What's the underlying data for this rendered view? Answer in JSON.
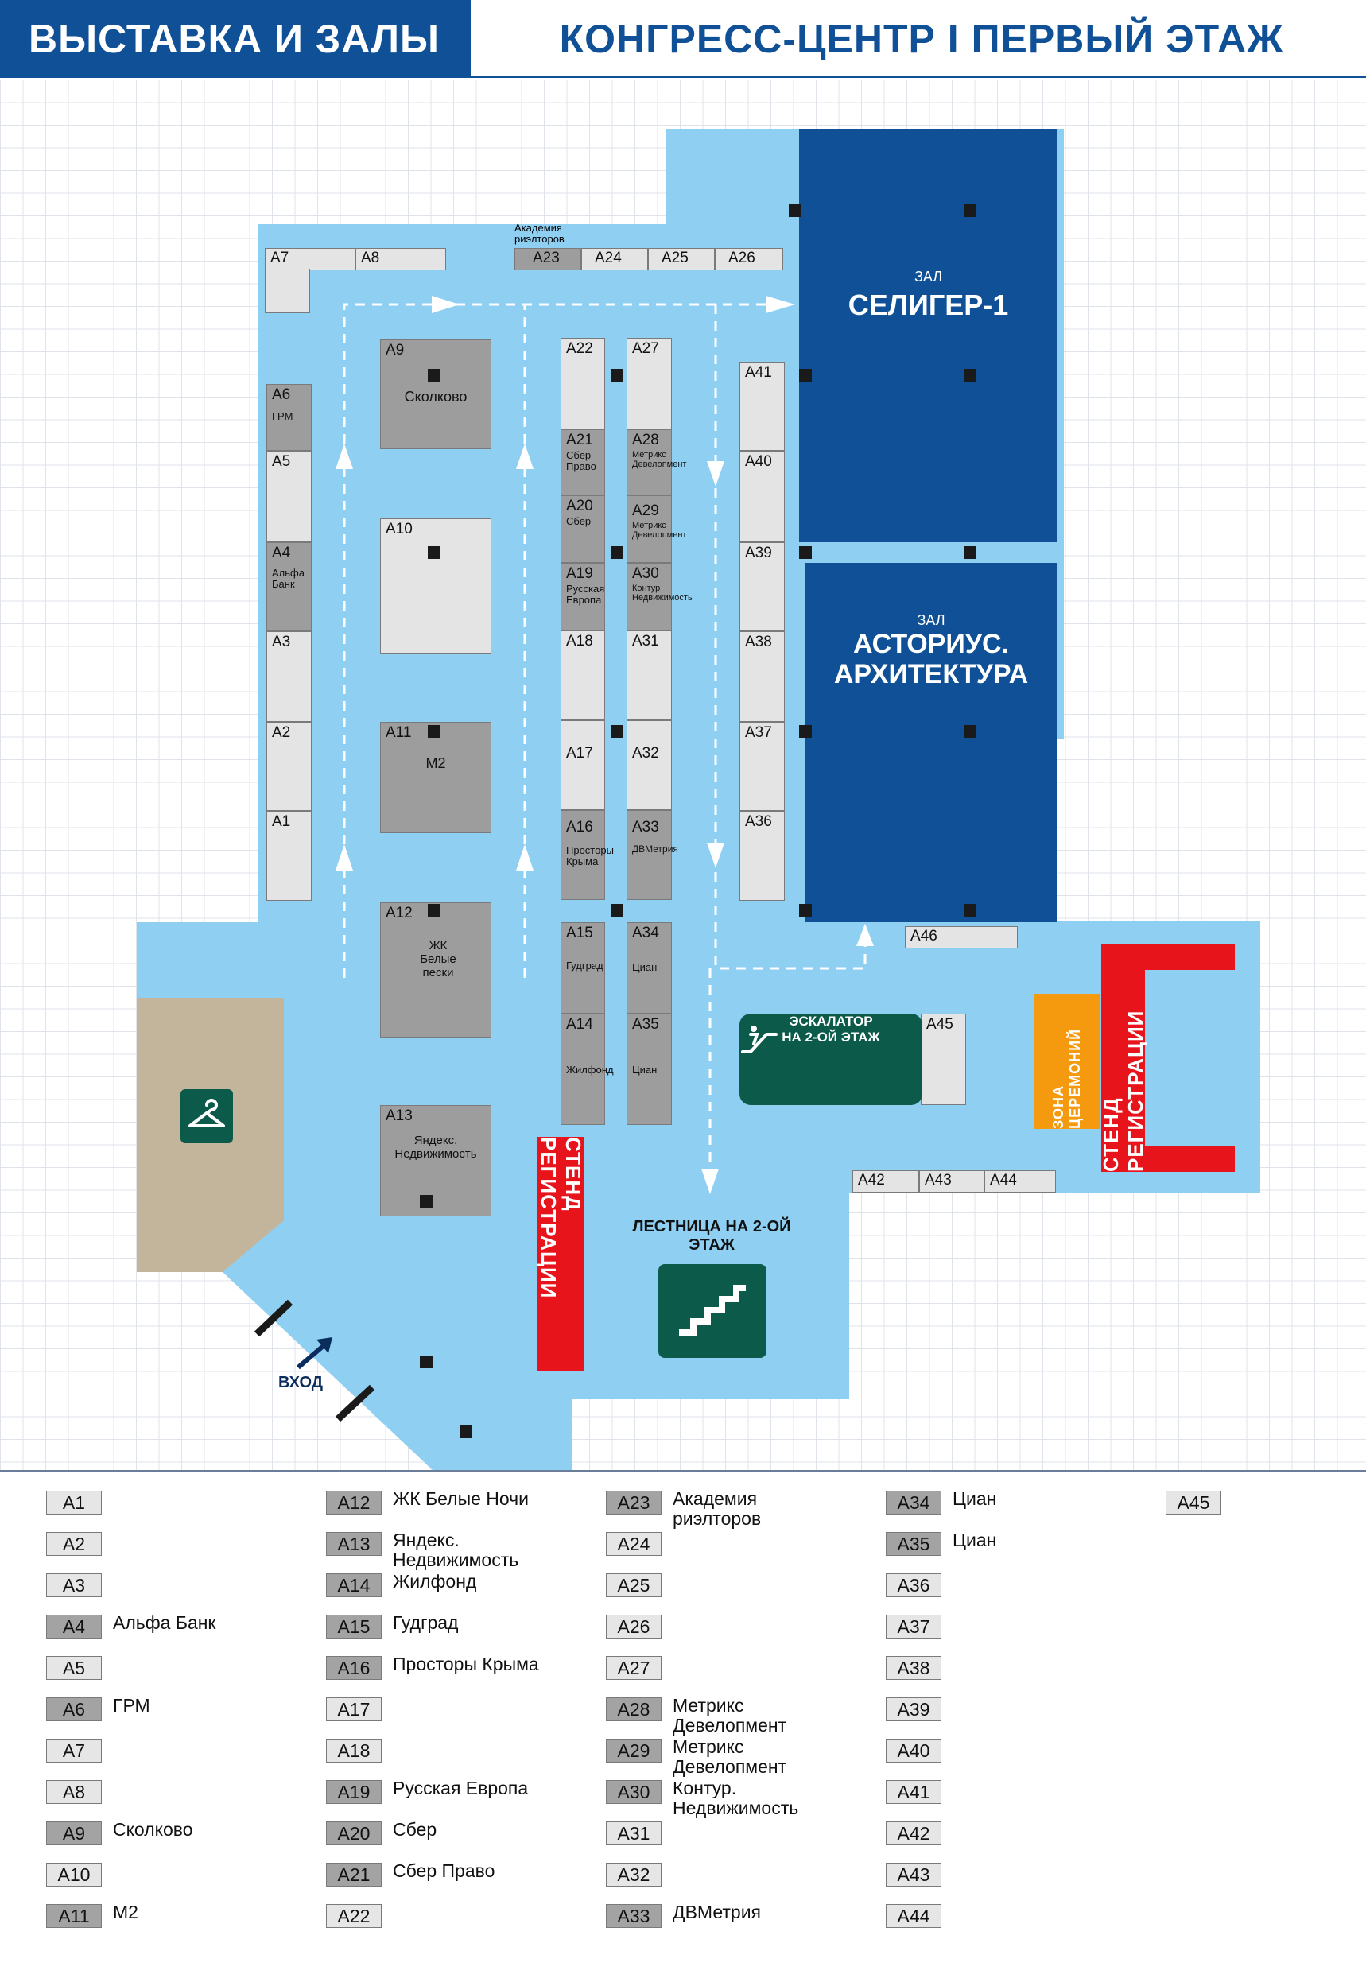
{
  "header": {
    "section": "ВЫСТАВКА И ЗАЛЫ",
    "title": "КОНГРЕСС-ЦЕНТР I ПЕРВЫЙ ЭТАЖ"
  },
  "colors": {
    "brand_blue": "#0f5096",
    "floor_blue": "#8ecff2",
    "booth_light": "#e4e4e4",
    "booth_dark": "#9d9d9d",
    "registration_red": "#e8141c",
    "ceremony_orange": "#f59a0f",
    "green_sign": "#0b5a4a",
    "wardrobe_tan": "#c2b59c"
  },
  "map": {
    "halls": {
      "seliger": {
        "label_small": "ЗАЛ",
        "label": "СЕЛИГЕР-1"
      },
      "astorius": {
        "label_small": "ЗАЛ",
        "label_line1": "АСТОРИУС.",
        "label_line2": "АРХИТЕКТУРА"
      }
    },
    "registration_left": "СТЕНД РЕГИСТРАЦИИ",
    "registration_right": "СТЕНД РЕГИСТРАЦИИ",
    "ceremony_zone": "ЗОНА ЦЕРЕМОНИЙ",
    "escalator": {
      "line1": "ЭСКАЛАТОР",
      "line2": "НА 2-ОЙ ЭТАЖ",
      "icon": "escalator-icon"
    },
    "stairs": {
      "label": "ЛЕСТНИЦА НА 2-ОЙ ЭТАЖ",
      "icon": "stairs-icon"
    },
    "entrance": "ВХОД",
    "wardrobe_icon": "hanger-icon",
    "booths": {
      "A1": {
        "code": "A1",
        "company": ""
      },
      "A2": {
        "code": "A2",
        "company": ""
      },
      "A3": {
        "code": "A3",
        "company": ""
      },
      "A4": {
        "code": "A4",
        "company": "Альфа Банк"
      },
      "A5": {
        "code": "A5",
        "company": ""
      },
      "A6": {
        "code": "A6",
        "company": "ГРМ"
      },
      "A7": {
        "code": "A7",
        "company": ""
      },
      "A8": {
        "code": "A8",
        "company": ""
      },
      "A9": {
        "code": "A9",
        "company": "Сколково"
      },
      "A10": {
        "code": "A10",
        "company": ""
      },
      "A11": {
        "code": "A11",
        "company": "М2"
      },
      "A12": {
        "code": "A12",
        "company": "ЖК Белые пески"
      },
      "A13": {
        "code": "A13",
        "company": "Яндекс. Недвижимость"
      },
      "A14": {
        "code": "A14",
        "company": "Жилфонд"
      },
      "A15": {
        "code": "A15",
        "company": "Гудград"
      },
      "A16": {
        "code": "A16",
        "company": "Просторы Крыма"
      },
      "A17": {
        "code": "A17",
        "company": ""
      },
      "A18": {
        "code": "A18",
        "company": ""
      },
      "A19": {
        "code": "A19",
        "company": "Русская Европа"
      },
      "A20": {
        "code": "A20",
        "company": "Сбер"
      },
      "A21": {
        "code": "A21",
        "company": "Сбер Право"
      },
      "A22": {
        "code": "A22",
        "company": ""
      },
      "A23": {
        "code": "A23",
        "company": "Академия риэлторов"
      },
      "A24": {
        "code": "A24",
        "company": ""
      },
      "A25": {
        "code": "A25",
        "company": ""
      },
      "A26": {
        "code": "A26",
        "company": ""
      },
      "A27": {
        "code": "A27",
        "company": ""
      },
      "A28": {
        "code": "A28",
        "company": "Метрикс Девелопмент"
      },
      "A29": {
        "code": "A29",
        "company": "Метрикс Девелопмент"
      },
      "A30": {
        "code": "A30",
        "company": "Контур Недвижимость"
      },
      "A31": {
        "code": "A31",
        "company": ""
      },
      "A32": {
        "code": "A32",
        "company": ""
      },
      "A33": {
        "code": "A33",
        "company": "ДВМетрия"
      },
      "A34": {
        "code": "A34",
        "company": "Циан"
      },
      "A35": {
        "code": "A35",
        "company": "Циан"
      },
      "A36": {
        "code": "A36",
        "company": ""
      },
      "A37": {
        "code": "A37",
        "company": ""
      },
      "A38": {
        "code": "A38",
        "company": ""
      },
      "A39": {
        "code": "A39",
        "company": ""
      },
      "A40": {
        "code": "A40",
        "company": ""
      },
      "A41": {
        "code": "A41",
        "company": ""
      },
      "A42": {
        "code": "A42",
        "company": ""
      },
      "A43": {
        "code": "A43",
        "company": ""
      },
      "A44": {
        "code": "A44",
        "company": ""
      },
      "A45": {
        "code": "A45",
        "company": ""
      },
      "A46": {
        "code": "A46",
        "company": ""
      }
    }
  },
  "legend": [
    {
      "code": "A1",
      "name": "",
      "dark": false
    },
    {
      "code": "A2",
      "name": "",
      "dark": false
    },
    {
      "code": "A3",
      "name": "",
      "dark": false
    },
    {
      "code": "A4",
      "name": "Альфа Банк",
      "dark": true
    },
    {
      "code": "A5",
      "name": "",
      "dark": false
    },
    {
      "code": "A6",
      "name": "ГРМ",
      "dark": true
    },
    {
      "code": "A7",
      "name": "",
      "dark": false
    },
    {
      "code": "A8",
      "name": "",
      "dark": false
    },
    {
      "code": "A9",
      "name": "Сколково",
      "dark": true
    },
    {
      "code": "A10",
      "name": "",
      "dark": false
    },
    {
      "code": "A11",
      "name": "М2",
      "dark": true
    },
    {
      "code": "A12",
      "name": "ЖК Белые Ночи",
      "dark": true
    },
    {
      "code": "A13",
      "name": "Яндекс.\nНедвижимость",
      "dark": true
    },
    {
      "code": "A14",
      "name": "Жилфонд",
      "dark": true
    },
    {
      "code": "A15",
      "name": "Гудград",
      "dark": true
    },
    {
      "code": "A16",
      "name": "Просторы Крыма",
      "dark": true
    },
    {
      "code": "A17",
      "name": "",
      "dark": false
    },
    {
      "code": "A18",
      "name": "",
      "dark": false
    },
    {
      "code": "A19",
      "name": "Русская Европа",
      "dark": true
    },
    {
      "code": "A20",
      "name": "Сбер",
      "dark": true
    },
    {
      "code": "A21",
      "name": "Сбер Право",
      "dark": true
    },
    {
      "code": "A22",
      "name": "",
      "dark": false
    },
    {
      "code": "A23",
      "name": "Академия\nриэлторов",
      "dark": true
    },
    {
      "code": "A24",
      "name": "",
      "dark": false
    },
    {
      "code": "A25",
      "name": "",
      "dark": false
    },
    {
      "code": "A26",
      "name": "",
      "dark": false
    },
    {
      "code": "A27",
      "name": "",
      "dark": false
    },
    {
      "code": "A28",
      "name": "Метрикс\nДевелопмент",
      "dark": true
    },
    {
      "code": "A29",
      "name": "Метрикс\nДевелопмент",
      "dark": true
    },
    {
      "code": "A30",
      "name": "Контур.\nНедвижимость",
      "dark": true
    },
    {
      "code": "A31",
      "name": "",
      "dark": false
    },
    {
      "code": "A32",
      "name": "",
      "dark": false
    },
    {
      "code": "A33",
      "name": "ДВМетрия",
      "dark": true
    },
    {
      "code": "A34",
      "name": "Циан",
      "dark": true
    },
    {
      "code": "A35",
      "name": "Циан",
      "dark": true
    },
    {
      "code": "A36",
      "name": "",
      "dark": false
    },
    {
      "code": "A37",
      "name": "",
      "dark": false
    },
    {
      "code": "A38",
      "name": "",
      "dark": false
    },
    {
      "code": "A39",
      "name": "",
      "dark": false
    },
    {
      "code": "A40",
      "name": "",
      "dark": false
    },
    {
      "code": "A41",
      "name": "",
      "dark": false
    },
    {
      "code": "A42",
      "name": "",
      "dark": false
    },
    {
      "code": "A43",
      "name": "",
      "dark": false
    },
    {
      "code": "A44",
      "name": "",
      "dark": false
    },
    {
      "code": "A45",
      "name": "",
      "dark": false
    }
  ]
}
